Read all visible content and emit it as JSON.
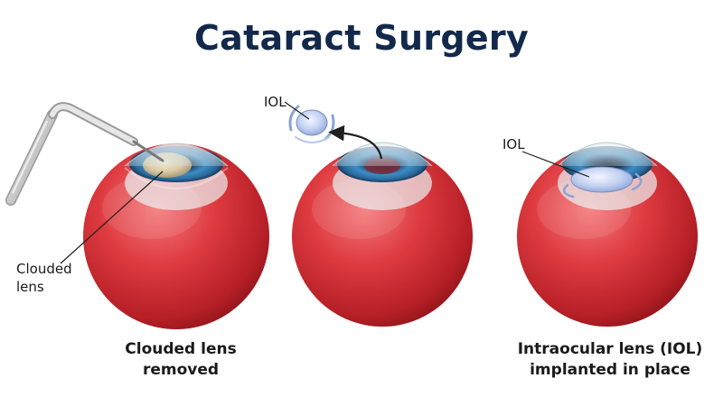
{
  "title": "Cataract Surgery",
  "labels": {
    "clouded_lens_line1": "Clouded",
    "clouded_lens_line2": "lens",
    "iol_floating": "IOL",
    "iol_implanted": "IOL"
  },
  "captions": {
    "step1_line1": "Clouded lens",
    "step1_line2": "removed",
    "step3_line1": "Intraocular lens (IOL)",
    "step3_line2": "implanted in place"
  },
  "colors": {
    "title": "#13294b",
    "eyeball": "#d9353a",
    "iris": "#2e6fa8",
    "iol": "#b9c8ec"
  }
}
